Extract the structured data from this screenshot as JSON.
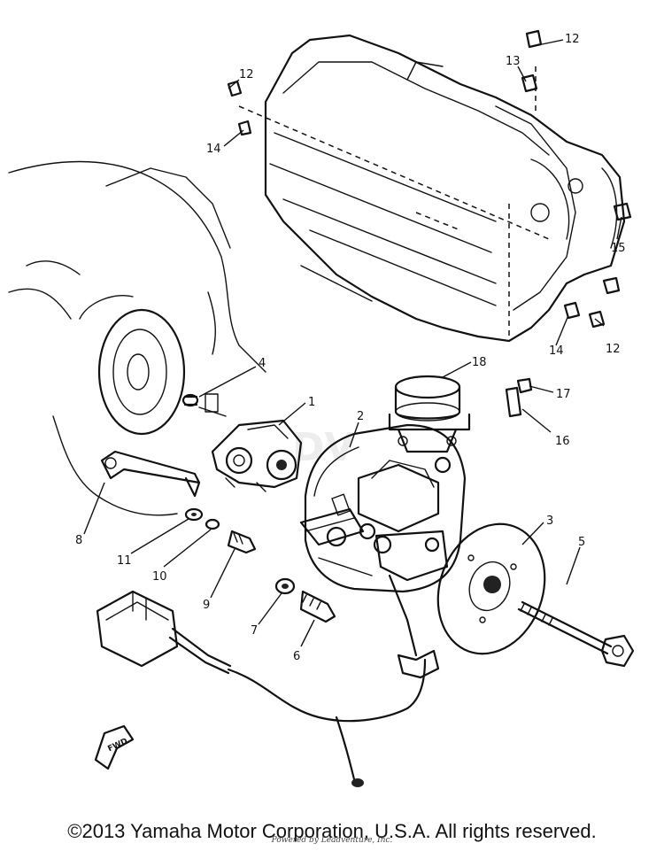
{
  "diagram": {
    "callouts": [
      {
        "id": "1",
        "label": "1"
      },
      {
        "id": "2",
        "label": "2"
      },
      {
        "id": "3",
        "label": "3"
      },
      {
        "id": "4",
        "label": "4"
      },
      {
        "id": "5",
        "label": "5"
      },
      {
        "id": "6",
        "label": "6"
      },
      {
        "id": "7",
        "label": "7"
      },
      {
        "id": "8",
        "label": "8"
      },
      {
        "id": "9",
        "label": "9"
      },
      {
        "id": "10",
        "label": "10"
      },
      {
        "id": "11",
        "label": "11"
      },
      {
        "id": "12a",
        "label": "12"
      },
      {
        "id": "12b",
        "label": "12"
      },
      {
        "id": "12c",
        "label": "12"
      },
      {
        "id": "13",
        "label": "13"
      },
      {
        "id": "14a",
        "label": "14"
      },
      {
        "id": "14b",
        "label": "14"
      },
      {
        "id": "15",
        "label": "15"
      },
      {
        "id": "16",
        "label": "16"
      },
      {
        "id": "17",
        "label": "17"
      },
      {
        "id": "18",
        "label": "18"
      }
    ],
    "fwd_arrow_label": "FWD",
    "watermark": "DV"
  },
  "footer": {
    "copyright": "©2013 Yamaha Motor Corporation, U.S.A. All rights reserved.",
    "credit": "Powered by Leadventure, Inc."
  }
}
